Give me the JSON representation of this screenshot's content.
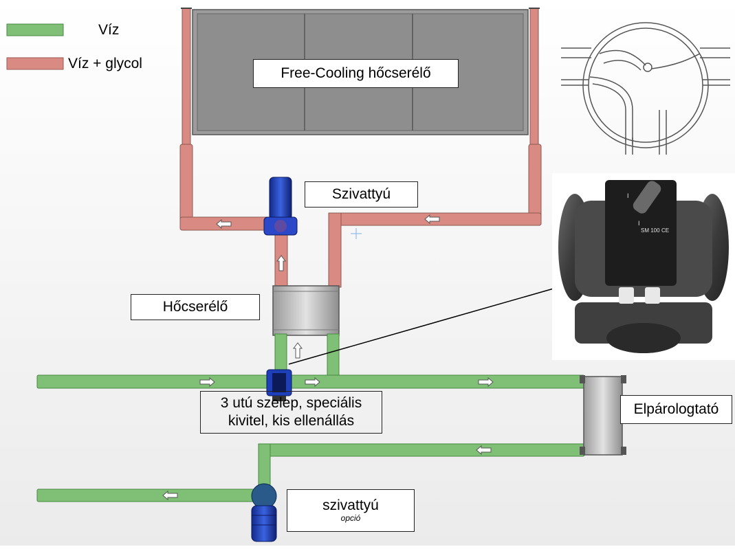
{
  "legend": {
    "water": {
      "label": "Víz",
      "color": "#7fbf76"
    },
    "glycol": {
      "label": "Víz + glycol",
      "color": "#d98a82"
    }
  },
  "labels": {
    "free_cooling": "Free-Cooling hőcserélő",
    "pump_top": "Szivattyú",
    "heat_exchanger": "Hőcserélő",
    "valve_line1": "3 utú szelep, speciális",
    "valve_line2": "kivitel, kis ellenállás",
    "evaporator": "Elpárologtató",
    "pump_bottom": "szivattyú",
    "pump_bottom_note": "opció"
  },
  "actuator_photo": {
    "model": "SM 100",
    "mark": "CE",
    "scale_high": "I",
    "scale_low": "I"
  },
  "colors": {
    "water_pipe": "#7fbf76",
    "glycol_pipe": "#d98a82",
    "pump": "#1f3fb8",
    "coil": "#9e9e9e",
    "hx": "#c9c9c9"
  }
}
